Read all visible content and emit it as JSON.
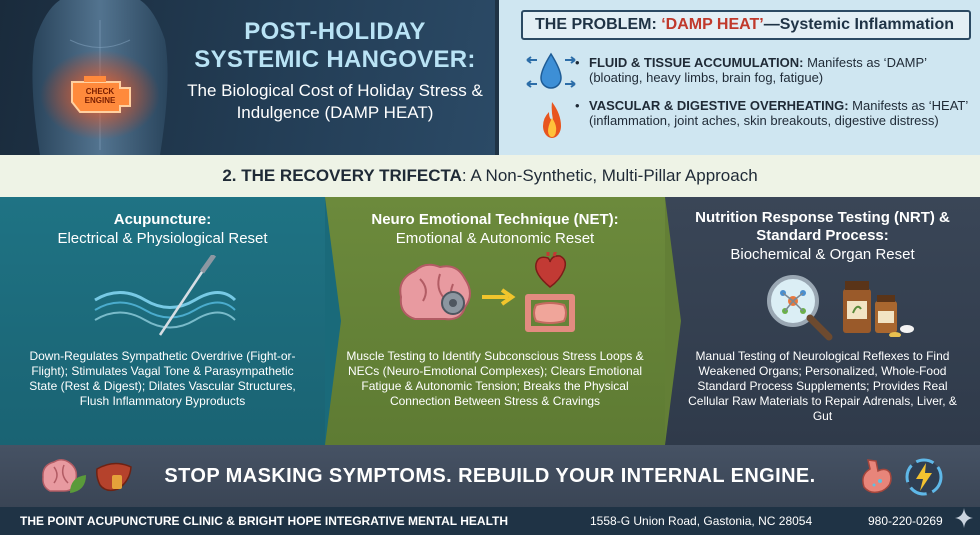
{
  "header": {
    "title": "POST-HOLIDAY SYSTEMIC HANGOVER:",
    "subtitle": "The Biological Cost of Holiday Stress & Indulgence (DAMP HEAT)",
    "engine_label": "CHECK ENGINE"
  },
  "problem": {
    "header_prefix": "THE PROBLEM: ",
    "header_highlight": "‘DAMP HEAT’",
    "header_suffix": "—Systemic Inflammation",
    "items": [
      {
        "bold": "FLUID & TISSUE ACCUMULATION:",
        "text": " Manifests as ‘DAMP’ (bloating, heavy limbs, brain fog, fatigue)"
      },
      {
        "bold": "VASCULAR & DIGESTIVE OVERHEATING:",
        "text": " Manifests as ‘HEAT’ (inflammation, joint aches, skin breakouts, digestive distress)"
      }
    ]
  },
  "trifecta": {
    "bold": "2. THE RECOVERY TRIFECTA",
    "rest": ": A Non-Synthetic, Multi-Pillar Approach"
  },
  "columns": [
    {
      "title": "Acupuncture:",
      "subtitle": "Electrical & Physiological Reset",
      "body": "Down-Regulates Sympathetic Overdrive (Fight-or-Flight); Stimulates Vagal Tone & Parasympathetic State (Rest & Digest); Dilates Vascular Structures, Flush Inflammatory Byproducts"
    },
    {
      "title": "Neuro Emotional Technique (NET):",
      "subtitle": "Emotional & Autonomic Reset",
      "body": "Muscle Testing to Identify Subconscious Stress Loops & NECs (Neuro-Emotional Complexes); Clears Emotional Fatigue & Autonomic Tension; Breaks the Physical Connection Between Stress & Cravings"
    },
    {
      "title": "Nutrition Response Testing (NRT) & Standard Process:",
      "subtitle": "Biochemical & Organ Reset",
      "body": "Manual Testing of Neurological Reflexes to Find Weakened Organs; Personalized, Whole-Food Standard Process Supplements; Provides Real Cellular Raw Materials to Repair Adrenals, Liver, & Gut"
    }
  ],
  "cta": {
    "text": "STOP MASKING SYMPTOMS. REBUILD YOUR INTERNAL ENGINE."
  },
  "footer": {
    "clinic": "THE POINT ACUPUNCTURE CLINIC & BRIGHT HOPE INTEGRATIVE MENTAL HEALTH",
    "address": "1558-G Union Road, Gastonia, NC 28054",
    "phone": "980-220-0269"
  },
  "colors": {
    "navy": "#1f3345",
    "teal": "#1f7384",
    "olive": "#6c8a3c",
    "slate": "#3a4657",
    "accent_red": "#c0392b",
    "title_blue": "#b9e3f5"
  },
  "icons": [
    "torso-icon",
    "check-engine-icon",
    "water-drop-icon",
    "flame-icon",
    "acupuncture-needle-icon",
    "brain-icon",
    "heart-icon",
    "intestine-icon",
    "magnifier-icon",
    "supplement-bottle-icon",
    "stomach-icon",
    "energy-icon",
    "sparkle-icon"
  ]
}
